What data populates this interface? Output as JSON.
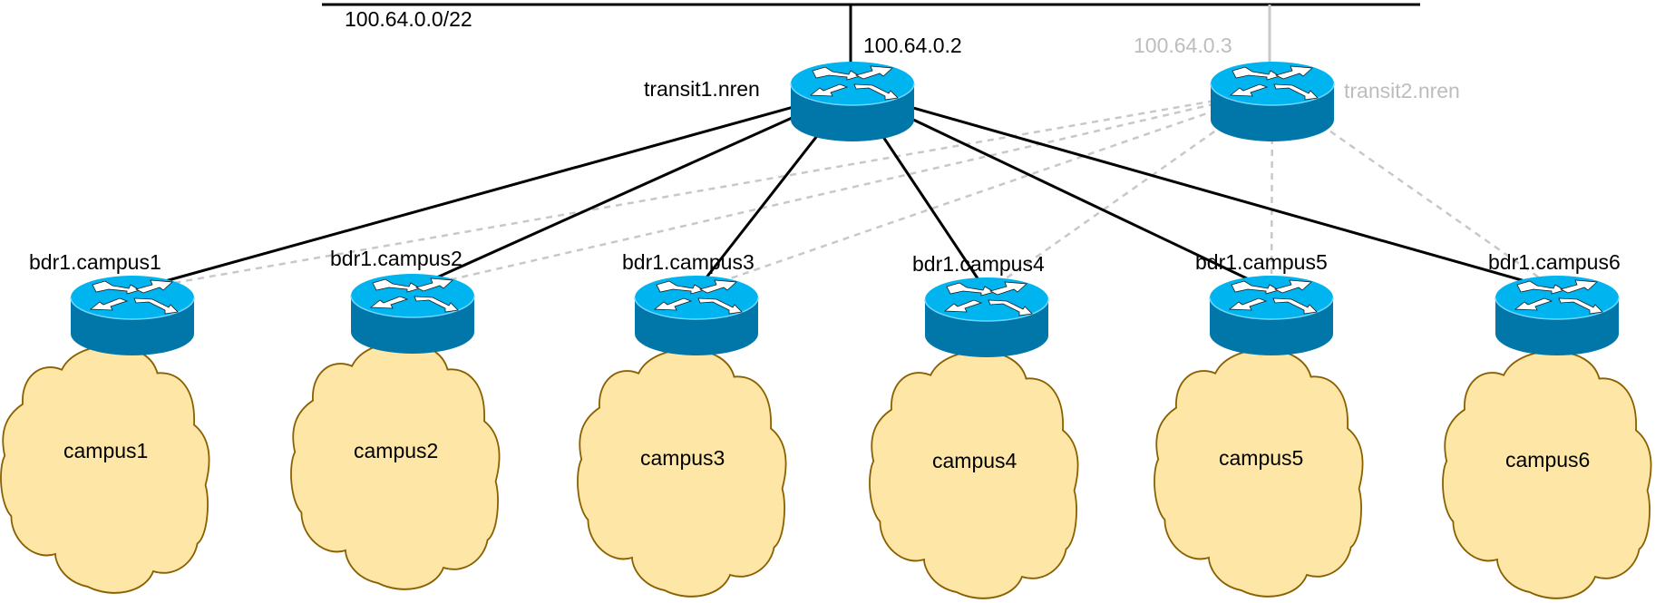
{
  "diagram": {
    "network": {
      "label": "100.64.0.0/22"
    },
    "transit_routers": [
      {
        "id": "transit1",
        "name": "transit1.nren",
        "ip": "100.64.0.2",
        "state": "active"
      },
      {
        "id": "transit2",
        "name": "transit2.nren",
        "ip": "100.64.0.3",
        "state": "inactive"
      }
    ],
    "border_routers": [
      {
        "id": "bdr1.campus1",
        "name": "bdr1.campus1",
        "campus": "campus1"
      },
      {
        "id": "bdr1.campus2",
        "name": "bdr1.campus2",
        "campus": "campus2"
      },
      {
        "id": "bdr1.campus3",
        "name": "bdr1.campus3",
        "campus": "campus3"
      },
      {
        "id": "bdr1.campus4",
        "name": "bdr1.campus4",
        "campus": "campus4"
      },
      {
        "id": "bdr1.campus5",
        "name": "bdr1.campus5",
        "campus": "campus5"
      },
      {
        "id": "bdr1.campus6",
        "name": "bdr1.campus6",
        "campus": "campus6"
      }
    ],
    "links": {
      "active": {
        "from": "transit1",
        "to": [
          "bdr1.campus1",
          "bdr1.campus2",
          "bdr1.campus3",
          "bdr1.campus4",
          "bdr1.campus5",
          "bdr1.campus6"
        ],
        "style": "solid"
      },
      "backup": {
        "from": "transit2",
        "to": [
          "bdr1.campus1",
          "bdr1.campus2",
          "bdr1.campus3",
          "bdr1.campus4",
          "bdr1.campus5",
          "bdr1.campus6"
        ],
        "style": "dashed"
      }
    },
    "colors": {
      "router_top": "#00b4ef",
      "router_side": "#0077a8",
      "cloud_fill": "#fde6a6",
      "cloud_stroke": "#8a6000",
      "active_link": "#000000",
      "inactive_link": "#c8c8c8",
      "inactive_text": "#bdbdbd"
    }
  }
}
